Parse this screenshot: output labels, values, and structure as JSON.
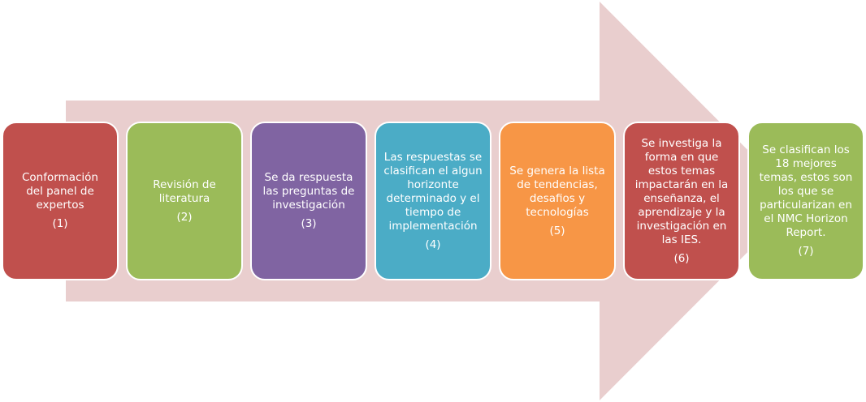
{
  "colors": {
    "arrow": "#e9cece",
    "step_border": "#ffffff",
    "step_text": "#ffffff"
  },
  "steps": [
    {
      "text": "Conformación\ndel panel de\nexpertos",
      "number": "(1)",
      "color": "#c0504d"
    },
    {
      "text": "Revisión de\nliteratura",
      "number": "(2)",
      "color": "#9bbb59"
    },
    {
      "text": "Se da respuesta\nlas preguntas de\ninvestigación",
      "number": "(3)",
      "color": "#8064a2"
    },
    {
      "text": "Las respuestas se\nclasifican el algun\nhorizonte\ndeterminado y el\ntiempo de\nimplementación",
      "number": "(4)",
      "color": "#4bacc6"
    },
    {
      "text": "Se genera la lista\nde tendencias,\ndesafios y\ntecnologías",
      "number": "(5)",
      "color": "#f79646"
    },
    {
      "text": "Se investiga la\nforma en que\nestos temas\nimpactarán en la\nenseñanza, el\naprendizaje y la\ninvestigación en\nlas IES.",
      "number": "(6)",
      "color": "#c0504d"
    },
    {
      "text": "Se clasifican los\n18 mejores\ntemas, estos son\nlos que se\nparticularizan en\nel NMC Horizon\nReport.",
      "number": "(7)",
      "color": "#9bbb59"
    }
  ]
}
